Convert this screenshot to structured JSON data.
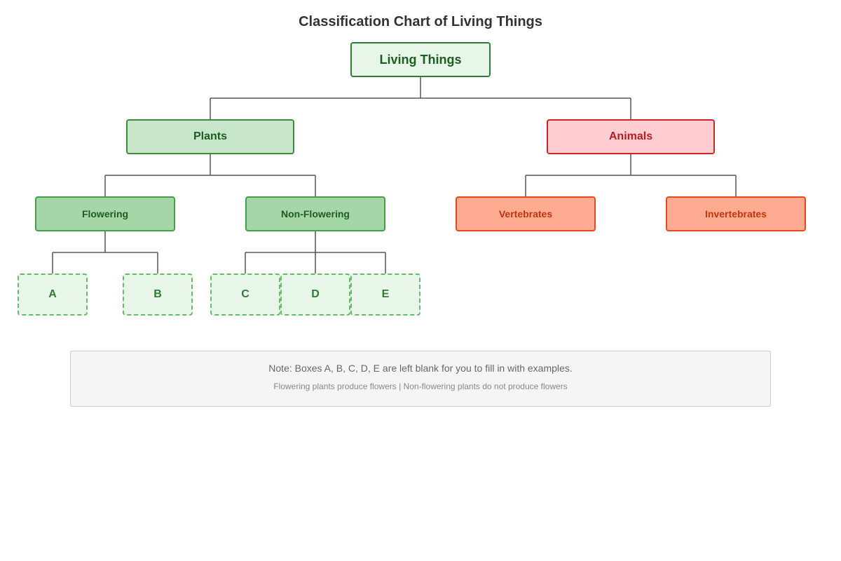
{
  "title": "Classification Chart of Living Things",
  "nodes": {
    "root": "Living Things",
    "plants": "Plants",
    "animals": "Animals",
    "flowering": "Flowering",
    "non_flowering": "Non-Flowering",
    "vertebrates": "Vertebrates",
    "invertebrates": "Invertebrates",
    "leaves": [
      "A",
      "B",
      "C",
      "D",
      "E"
    ]
  },
  "note": {
    "main": "Note: Boxes A, B, C, D, E are left blank for you to fill in with examples.",
    "sub": "Flowering plants produce flowers | Non-flowering plants do not produce flowers"
  },
  "colors": {
    "connector": "#555555",
    "plant_border": "#388e3c",
    "animal_border": "#c62828",
    "leaf_border": "#66bb6a"
  }
}
